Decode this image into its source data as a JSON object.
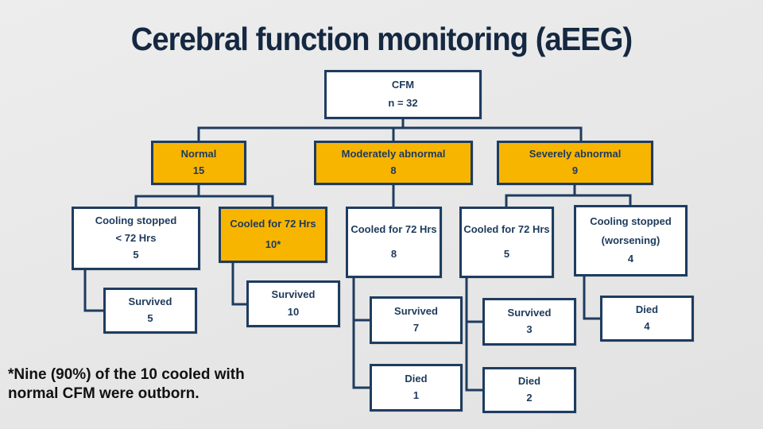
{
  "slide": {
    "title": "Cerebral function monitoring (aEEG)",
    "footnote_line1": "*Nine (90%) of the 10 cooled with",
    "footnote_line2": "normal CFM were outborn."
  },
  "colors": {
    "accent_gold": "#F8B500",
    "navy_border": "#1E3C60",
    "navy_text": "#1D3A5C",
    "background": "#E8E8E8",
    "footnote_text": "#111111"
  },
  "nodes": {
    "cfm": {
      "label": "CFM",
      "value": "n = 32"
    },
    "normal": {
      "label": "Normal",
      "value": "15"
    },
    "moderately_abnormal": {
      "label": "Moderately abnormal",
      "value": "8"
    },
    "severely_abnormal": {
      "label": "Severely abnormal",
      "value": "9"
    },
    "cooling_stopped_early": {
      "label": "Cooling stopped",
      "sublabel": "< 72 Hrs",
      "value": "5"
    },
    "cooled_72_normal": {
      "label": "Cooled for 72 Hrs",
      "value": "10*"
    },
    "cooled_72_moderate": {
      "label": "Cooled for 72 Hrs",
      "value": "8"
    },
    "cooled_72_severe": {
      "label": "Cooled for 72 Hrs",
      "value": "5"
    },
    "cooling_stopped_worsening": {
      "label": "Cooling stopped",
      "sublabel": "(worsening)",
      "value": "4"
    },
    "survived_normal_early": {
      "label": "Survived",
      "value": "5"
    },
    "survived_normal_cooled": {
      "label": "Survived",
      "value": "10"
    },
    "survived_moderate": {
      "label": "Survived",
      "value": "7"
    },
    "survived_severe": {
      "label": "Survived",
      "value": "3"
    },
    "died_worsening": {
      "label": "Died",
      "value": "4"
    },
    "died_moderate": {
      "label": "Died",
      "value": "1"
    },
    "died_severe": {
      "label": "Died",
      "value": "2"
    }
  }
}
